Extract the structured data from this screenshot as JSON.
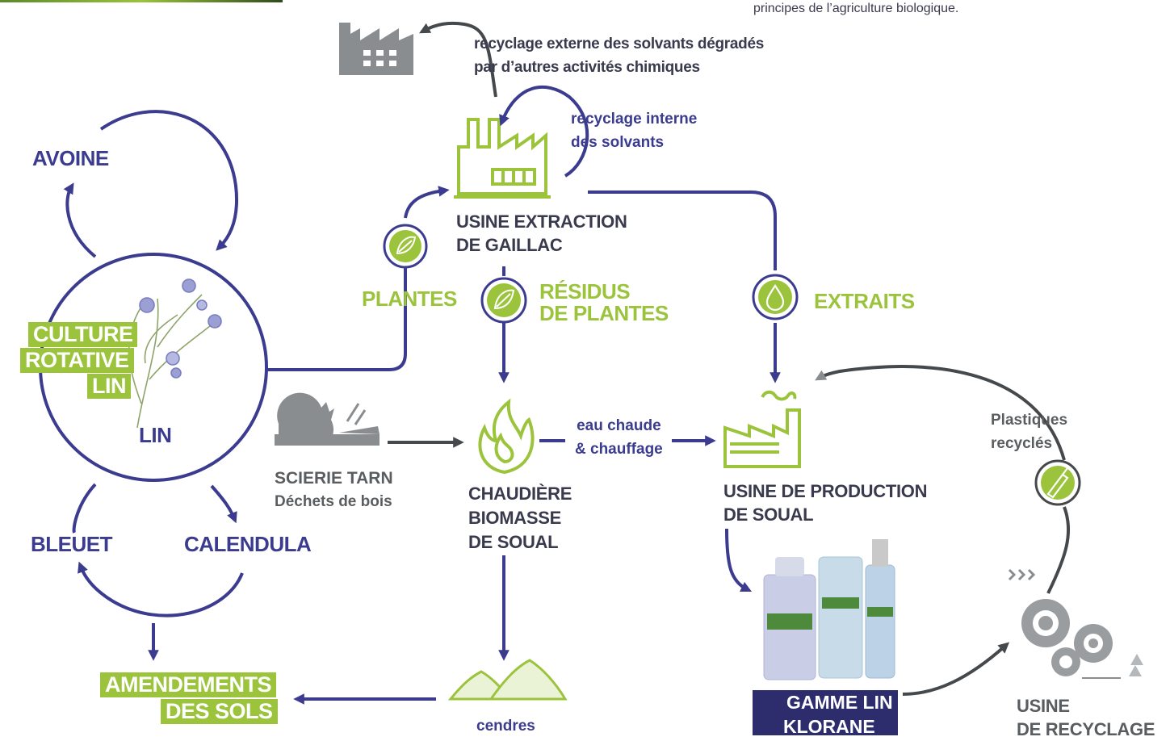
{
  "header_note": "principes de l’agriculture biologique.",
  "rotation": {
    "avoine": "AVOINE",
    "bleuet": "BLEUET",
    "calendula": "CALENDULA",
    "lin": "LIN",
    "culture_tag": [
      "CULTURE",
      "ROTATIVE",
      "LIN"
    ],
    "amendements_tag": [
      "AMENDEMENTS",
      "DES SOLS"
    ]
  },
  "flows": {
    "plantes": "PLANTES",
    "residus": [
      "RÉSIDUS",
      "DE PLANTES"
    ],
    "extraits": "EXTRAITS",
    "recyclage_externe": [
      "recyclage externe des solvants dégradés",
      "par d’autres activités chimiques"
    ],
    "recyclage_interne": [
      "recyclage interne",
      "des solvants"
    ],
    "eau_chaude": [
      "eau chaude",
      "& chauffage"
    ],
    "plastiques": [
      "Plastiques",
      "recyclés"
    ],
    "cendres": "cendres"
  },
  "sites": {
    "usine_extraction": [
      "USINE EXTRACTION",
      "DE GAILLAC"
    ],
    "scierie": [
      "SCIERIE TARN",
      "Déchets de bois"
    ],
    "chaudiere": [
      "CHAUDIÈRE",
      "BIOMASSE",
      "DE SOUAL"
    ],
    "usine_production": [
      "USINE DE PRODUCTION",
      "DE SOUAL"
    ],
    "gamme": [
      "GAMME LIN",
      "KLORANE"
    ],
    "usine_recyclage": [
      "USINE",
      "DE RECYCLAGE"
    ]
  },
  "colors": {
    "navy": "#3b3b8f",
    "green": "#9bc43c",
    "gray": "#8a8d90",
    "dark_gray": "#45494c"
  },
  "icons": [
    "factory-gray-icon",
    "factory-green-icon",
    "leaf-icon",
    "drop-icon",
    "flame-icon",
    "saw-icon",
    "production-plant-icon",
    "bottle-icon",
    "recycling-machine-icon",
    "ash-pile-icon",
    "flax-flower-icon",
    "product-bottles-icon"
  ]
}
